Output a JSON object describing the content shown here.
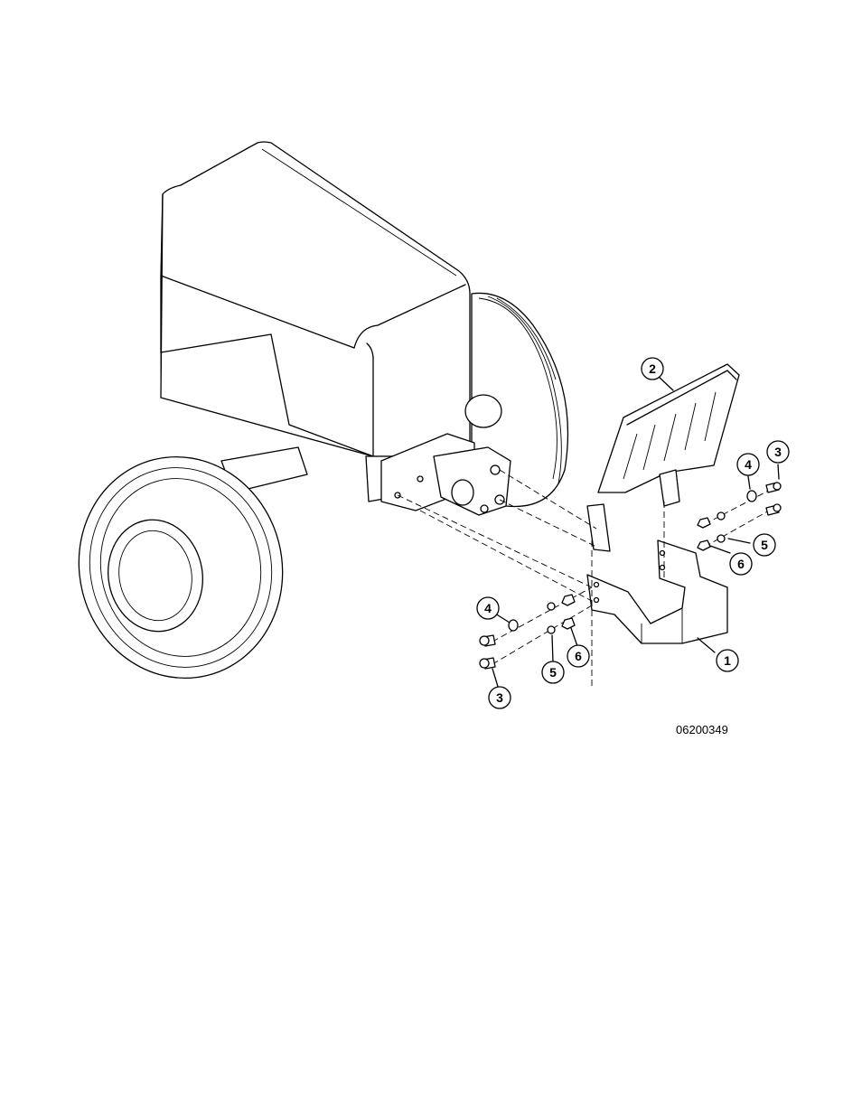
{
  "drawing_number": "06200349",
  "callouts": [
    {
      "label": "1"
    },
    {
      "label": "2"
    },
    {
      "label": "3"
    },
    {
      "label": "3"
    },
    {
      "label": "4"
    },
    {
      "label": "4"
    },
    {
      "label": "5"
    },
    {
      "label": "5"
    },
    {
      "label": "6"
    },
    {
      "label": "6"
    }
  ]
}
